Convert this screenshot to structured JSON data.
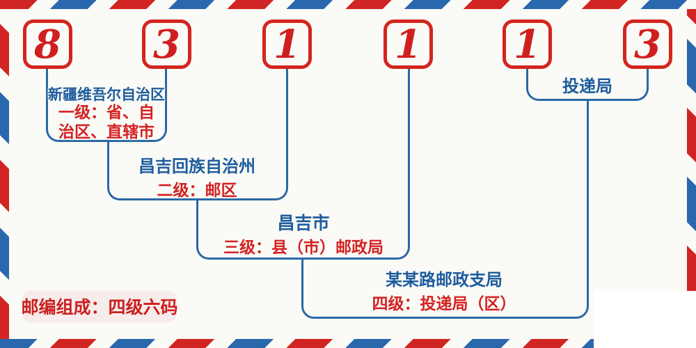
{
  "postal_code": {
    "value": "831113",
    "digits": [
      "8",
      "3",
      "1",
      "1",
      "1",
      "3"
    ]
  },
  "levels": [
    {
      "place": "新疆维吾尔自治区",
      "desc_lines": [
        "一级：省、自",
        "治区、直辖市"
      ]
    },
    {
      "place": "昌吉回族自治州",
      "desc": "二级：邮区"
    },
    {
      "place": "昌吉市",
      "desc": "三级：县（市）邮政局"
    },
    {
      "place": "某某路邮政支局",
      "desc": "四级：投递局（区）"
    }
  ],
  "delivery_office": {
    "label": "投递局"
  },
  "badge": {
    "text": "邮编组成：四级六码"
  },
  "colors": {
    "stripe_red": "#d02522",
    "stripe_blue": "#2a68ad",
    "digit_red": "#d01f1f",
    "text_blue": "#1e5c9e",
    "text_red": "#d32121",
    "line_blue": "#2a67a8",
    "badge_bg": "#f7ecec",
    "background": "#fafaf6"
  }
}
